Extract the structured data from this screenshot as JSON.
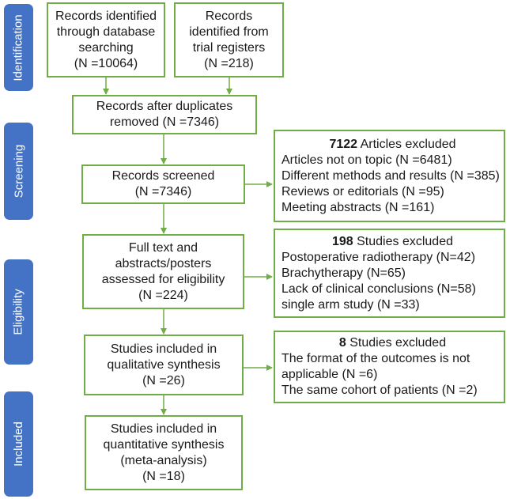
{
  "phases": {
    "identification": "Identification",
    "screening": "Screening",
    "eligibility": "Eligibility",
    "included": "Included"
  },
  "boxes": {
    "database": [
      "Records identified",
      "through database",
      "searching",
      "(N =10064)"
    ],
    "registers": [
      "Records",
      "identified from",
      "trial registers",
      "(N =218)"
    ],
    "duplicates": [
      "Records after duplicates",
      "removed (N =7346)"
    ],
    "screened": [
      "Records screened",
      "(N =7346)"
    ],
    "fulltext": [
      "Full text and",
      "abstracts/posters",
      "assessed for eligibility",
      "(N =224)"
    ],
    "qualitative": [
      "Studies included in",
      "qualitative synthesis",
      "(N =26)"
    ],
    "quantitative": [
      "Studies included in",
      "quantitative synthesis",
      "(meta-analysis)",
      "(N =18)"
    ]
  },
  "exclusions": {
    "screening": {
      "count": "7122",
      "label": " Articles excluded",
      "items": [
        "Articles not on topic (N =6481)",
        "Different methods and results (N =385)",
        "Reviews or editorials (N =95)",
        "Meeting abstracts (N =161)"
      ]
    },
    "eligibility": {
      "count": "198",
      "label": " Studies excluded",
      "items": [
        "Postoperative radiotherapy (N=42)",
        "Brachytherapy (N=65)",
        "Lack of clinical conclusions (N=58)",
        "single arm study (N =33)"
      ]
    },
    "qualitative": {
      "count": "8",
      "label": " Studies excluded",
      "items": [
        "The format of the outcomes is not",
        "applicable (N =6)",
        "The same cohort of patients (N =2)"
      ]
    }
  },
  "colors": {
    "box_border": "#70ad47",
    "phase_fill": "#4472c4",
    "phase_text": "#ffffff"
  }
}
